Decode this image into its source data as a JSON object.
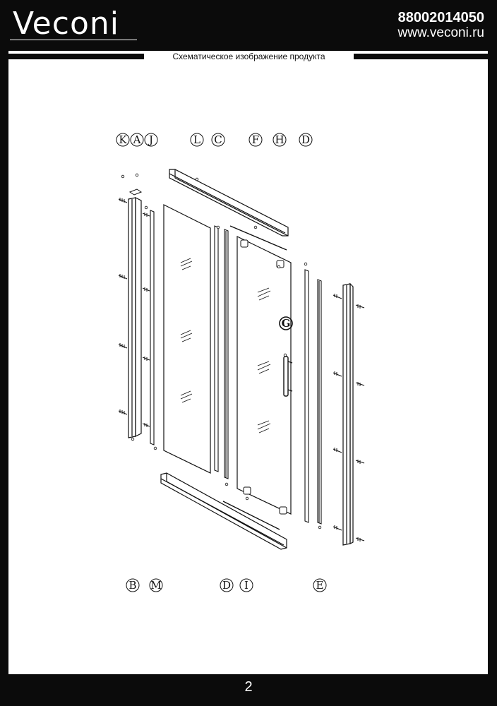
{
  "header": {
    "logo_text": "Veconi",
    "phone": "88002014050",
    "website": "www.veconi.ru"
  },
  "subtitle": "Схематическое изображение продукта",
  "page_number": "2",
  "callouts_top": [
    "K",
    "A",
    "J",
    "L",
    "C",
    "F",
    "H",
    "D"
  ],
  "callout_mid": "G",
  "callouts_bottom": [
    "B",
    "M",
    "D",
    "I",
    "E"
  ],
  "colors": {
    "frame": "#0b0b0b",
    "line": "#111111"
  }
}
